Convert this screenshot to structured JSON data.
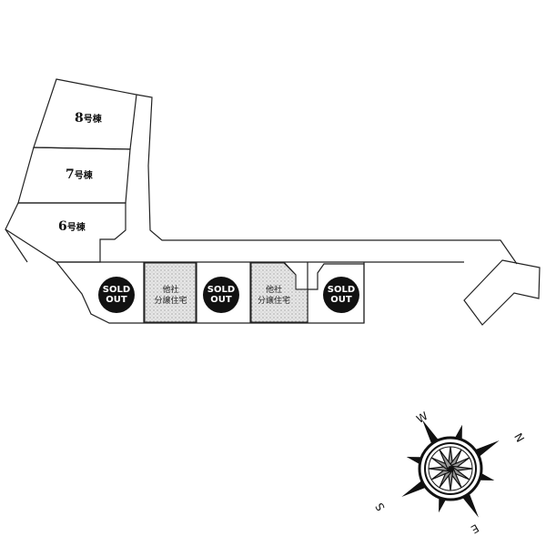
{
  "lots": [
    {
      "id": "lot-8",
      "number": "8",
      "suffix": "号棟"
    },
    {
      "id": "lot-7",
      "number": "7",
      "suffix": "号棟"
    },
    {
      "id": "lot-6",
      "number": "6",
      "suffix": "号棟"
    }
  ],
  "sold_out": {
    "line1": "SOLD",
    "line2": "OUT"
  },
  "other_company": {
    "line1": "他社",
    "line2": "分譲住宅"
  },
  "compass": {
    "north": "N",
    "south": "S",
    "east": "E",
    "west": "W"
  },
  "colors": {
    "line": "#222222",
    "sold_badge": "#111111",
    "hatch": "#d8d8d8"
  }
}
